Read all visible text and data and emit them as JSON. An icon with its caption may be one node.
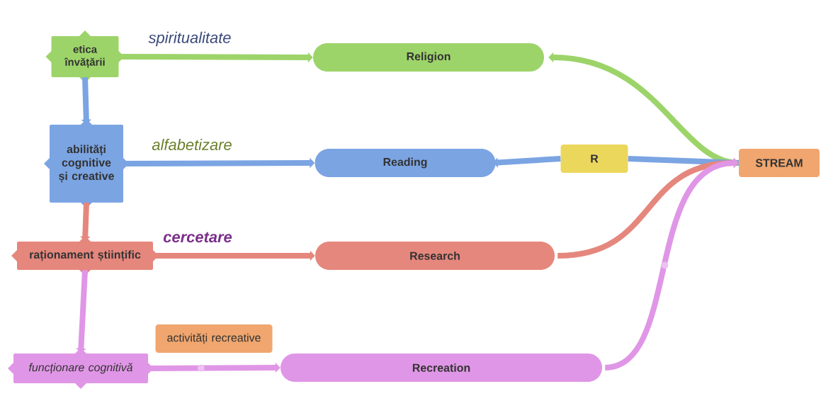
{
  "diagram": {
    "nodes": [
      {
        "text": [
          "etica învățării"
        ]
      },
      {
        "text": [
          "abilități cognitive și creative"
        ]
      },
      {
        "text": [
          "raționament științific"
        ]
      },
      {
        "text": [
          "funcționare cognitivă"
        ]
      },
      {
        "text": [
          "Religion"
        ]
      },
      {
        "text": [
          "Reading"
        ]
      },
      {
        "text": [
          "Research"
        ]
      },
      {
        "text": [
          "Recreation"
        ]
      },
      {
        "text": [
          "R"
        ]
      },
      {
        "text": [
          "STREAM"
        ]
      },
      {
        "text": [
          "activități recreative"
        ]
      }
    ],
    "edges": [
      {
        "from": 0,
        "to": 1,
        "arrow": "to",
        "color": "#7ba4e3"
      },
      {
        "from": 1,
        "to": 2,
        "arrow": "to",
        "color": "#e5877d"
      },
      {
        "from": 2,
        "to": 3,
        "arrow": "to",
        "color": "#e096e6"
      },
      {
        "from": 0,
        "to": 4,
        "arrow": "to",
        "label": "spiritualitate",
        "color": "#9dd46a"
      },
      {
        "from": 1,
        "to": 5,
        "arrow": "to",
        "label": "alfabetizare",
        "color": "#7ba4e3"
      },
      {
        "from": 2,
        "to": 6,
        "arrow": "to",
        "label": "cercetare",
        "color": "#e5877d"
      },
      {
        "from": 3,
        "to": 7,
        "arrow": "to",
        "color": "#e096e6"
      },
      {
        "from": 9,
        "to": 4,
        "arrow": "to",
        "color": "#9dd46a"
      },
      {
        "from": 9,
        "to": 8,
        "arrow": "none",
        "color": "#7ba4e3"
      },
      {
        "from": 8,
        "to": 5,
        "arrow": "to",
        "color": "#7ba4e3"
      },
      {
        "from": 6,
        "to": 9,
        "arrow": "to",
        "color": "#e5877d"
      },
      {
        "from": 7,
        "to": 9,
        "arrow": "to",
        "color": "#e096e6"
      }
    ]
  }
}
